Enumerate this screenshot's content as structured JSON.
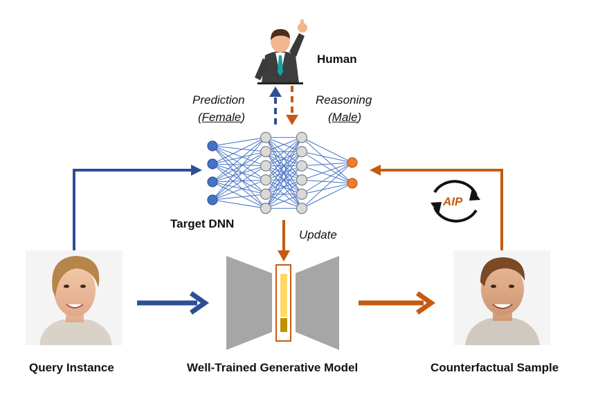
{
  "colors": {
    "blue": "#2e4e95",
    "orange": "#c55a11",
    "node_blue": "#4472c4",
    "node_gray": "#d9d9d9",
    "node_orange": "#ed7d31",
    "generator_gray": "#a6a6a6",
    "latent_yellow_light": "#ffd966",
    "latent_yellow_dark": "#bf9000"
  },
  "labels": {
    "human": "Human",
    "prediction": "Prediction",
    "prediction_value": "Female",
    "reasoning": "Reasoning",
    "reasoning_value": "Male",
    "target_dnn": "Target DNN",
    "update": "Update",
    "aip": "AIP",
    "query_instance": "Query Instance",
    "generative_model": "Well-Trained Generative Model",
    "counterfactual_sample": "Counterfactual Sample"
  },
  "network": {
    "layer_sizes": [
      4,
      6,
      6,
      2
    ]
  },
  "icons": {
    "human": "businessman-raising-hand-icon",
    "cycle": "circular-arrows-icon",
    "query_face": "female-face-photo",
    "counterfactual_face": "male-face-photo"
  }
}
